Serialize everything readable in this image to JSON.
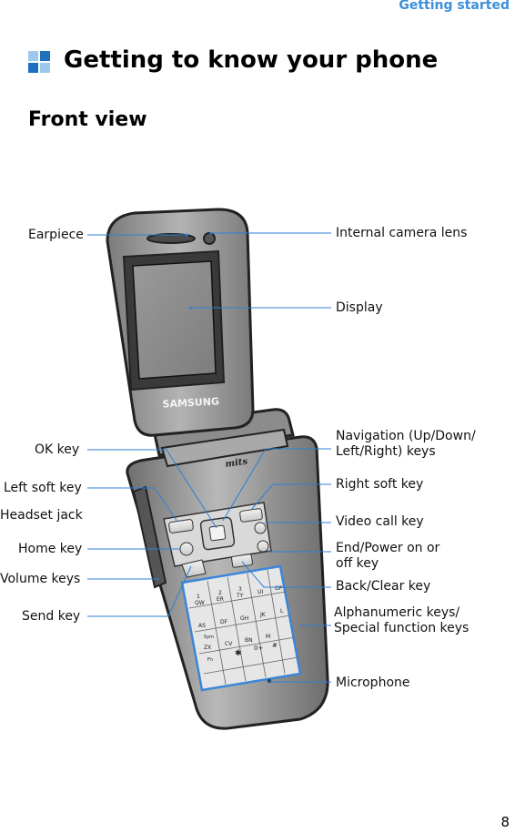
{
  "header": {
    "chapter": "Getting started"
  },
  "section": {
    "title": "Getting to know your phone"
  },
  "subsection": {
    "title": "Front view"
  },
  "phone": {
    "brand": "SAMSUNG",
    "logo": "mits",
    "keys": {
      "row1": [
        "1",
        "2",
        "3"
      ],
      "row1_letters": [
        "QW",
        "ER",
        "TY",
        "UI",
        "OP"
      ],
      "row2_letters": [
        "AS",
        "DF",
        "GH",
        "JK",
        "L"
      ],
      "row3_letters": [
        "ZX",
        "CV",
        "BN",
        "M"
      ],
      "special": [
        "Sym",
        "Fn",
        "✱",
        "0+",
        "#"
      ]
    }
  },
  "labels_left": {
    "earpiece": "Earpiece",
    "ok_key": "OK key",
    "left_soft_key": "Left soft key",
    "headset_jack": "Headset jack",
    "home_key": "Home key",
    "volume_keys": "Volume keys",
    "send_key": "Send key"
  },
  "labels_right": {
    "internal_camera_lens": "Internal camera lens",
    "display": "Display",
    "navigation_line1": "Navigation (Up/Down/",
    "navigation_line2": "Left/Right) keys",
    "right_soft_key": "Right soft key",
    "video_call_key": "Video call key",
    "end_power_line1": "End/Power on or",
    "end_power_line2": "off key",
    "back_clear_key": "Back/Clear key",
    "alphanumeric_line1": "Alphanumeric keys/",
    "alphanumeric_line2": "Special function keys",
    "microphone": "Microphone"
  },
  "footer": {
    "page_number": "8"
  },
  "colors": {
    "accent": "#3d8fd8",
    "callout_line": "#2f7fd6"
  }
}
